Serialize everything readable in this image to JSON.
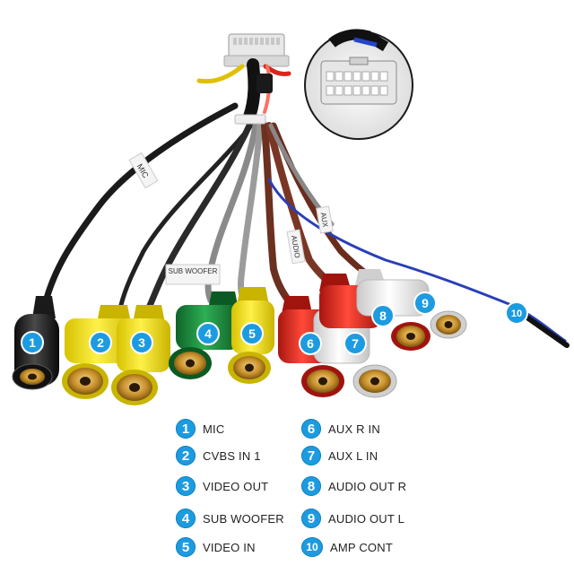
{
  "callouts": {
    "c1": "1",
    "c2": "2",
    "c3": "3",
    "c4": "4",
    "c5": "5",
    "c6": "6",
    "c7": "7",
    "c8": "8",
    "c9": "9",
    "c10": "10"
  },
  "tags": {
    "mic": "MIC",
    "sub_woofer": "SUB WOOFER",
    "aux": "AUX",
    "audio": "AUDIO"
  },
  "legend": [
    {
      "num": "1",
      "label": "MIC"
    },
    {
      "num": "2",
      "label": "CVBS IN 1"
    },
    {
      "num": "3",
      "label": "VIDEO OUT"
    },
    {
      "num": "4",
      "label": "SUB WOOFER"
    },
    {
      "num": "5",
      "label": "VIDEO IN"
    },
    {
      "num": "6",
      "label": "AUX R IN"
    },
    {
      "num": "7",
      "label": "AUX L IN"
    },
    {
      "num": "8",
      "label": "AUDIO OUT R"
    },
    {
      "num": "9",
      "label": "AUDIO OUT L"
    },
    {
      "num": "10",
      "label": "AMP CONT"
    }
  ],
  "colors": {
    "badge": "#1d9be0",
    "yellow": "#f5e000",
    "green": "#1a8a3a",
    "red": "#e0261c",
    "white_rca": "#f2f2f2",
    "gold": "#c8902a",
    "wire_blue": "#2a3fb8"
  }
}
